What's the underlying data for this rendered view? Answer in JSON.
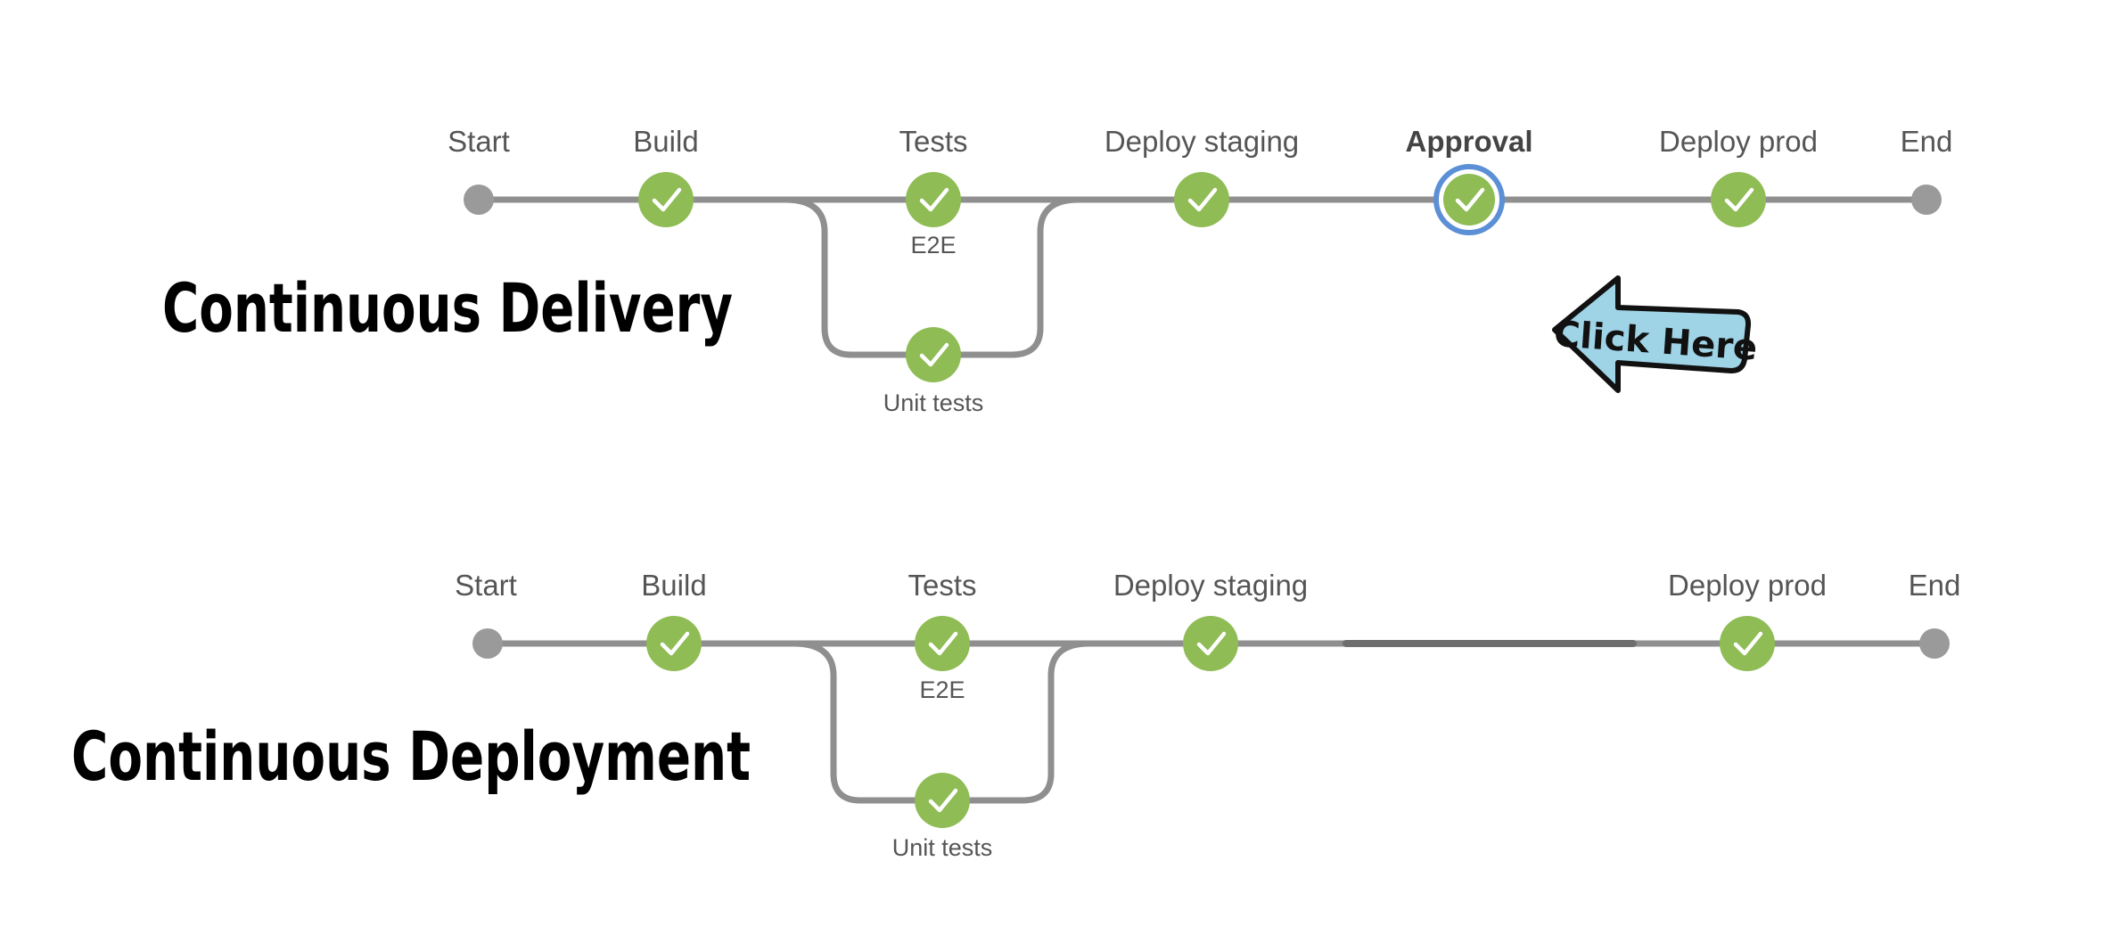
{
  "pipelines": [
    {
      "heading": "Continuous Delivery",
      "stages": {
        "start": "Start",
        "build": "Build",
        "tests": "Tests",
        "deploy_staging": "Deploy staging",
        "approval": "Approval",
        "deploy_prod": "Deploy prod",
        "end": "End"
      },
      "branches": {
        "e2e": "E2E",
        "unit_tests": "Unit tests"
      }
    },
    {
      "heading": "Continuous Deployment",
      "stages": {
        "start": "Start",
        "build": "Build",
        "tests": "Tests",
        "deploy_staging": "Deploy staging",
        "deploy_prod": "Deploy prod",
        "end": "End"
      },
      "branches": {
        "e2e": "E2E",
        "unit_tests": "Unit tests"
      }
    }
  ],
  "callout": {
    "text": "Click Here"
  },
  "colors": {
    "success_node": "#8fbc55",
    "pending_node": "#9a9a9a",
    "pipe": "#8f8f8f",
    "selected_ring": "#5b8fd6",
    "callout_fill": "#9fd3e6"
  }
}
